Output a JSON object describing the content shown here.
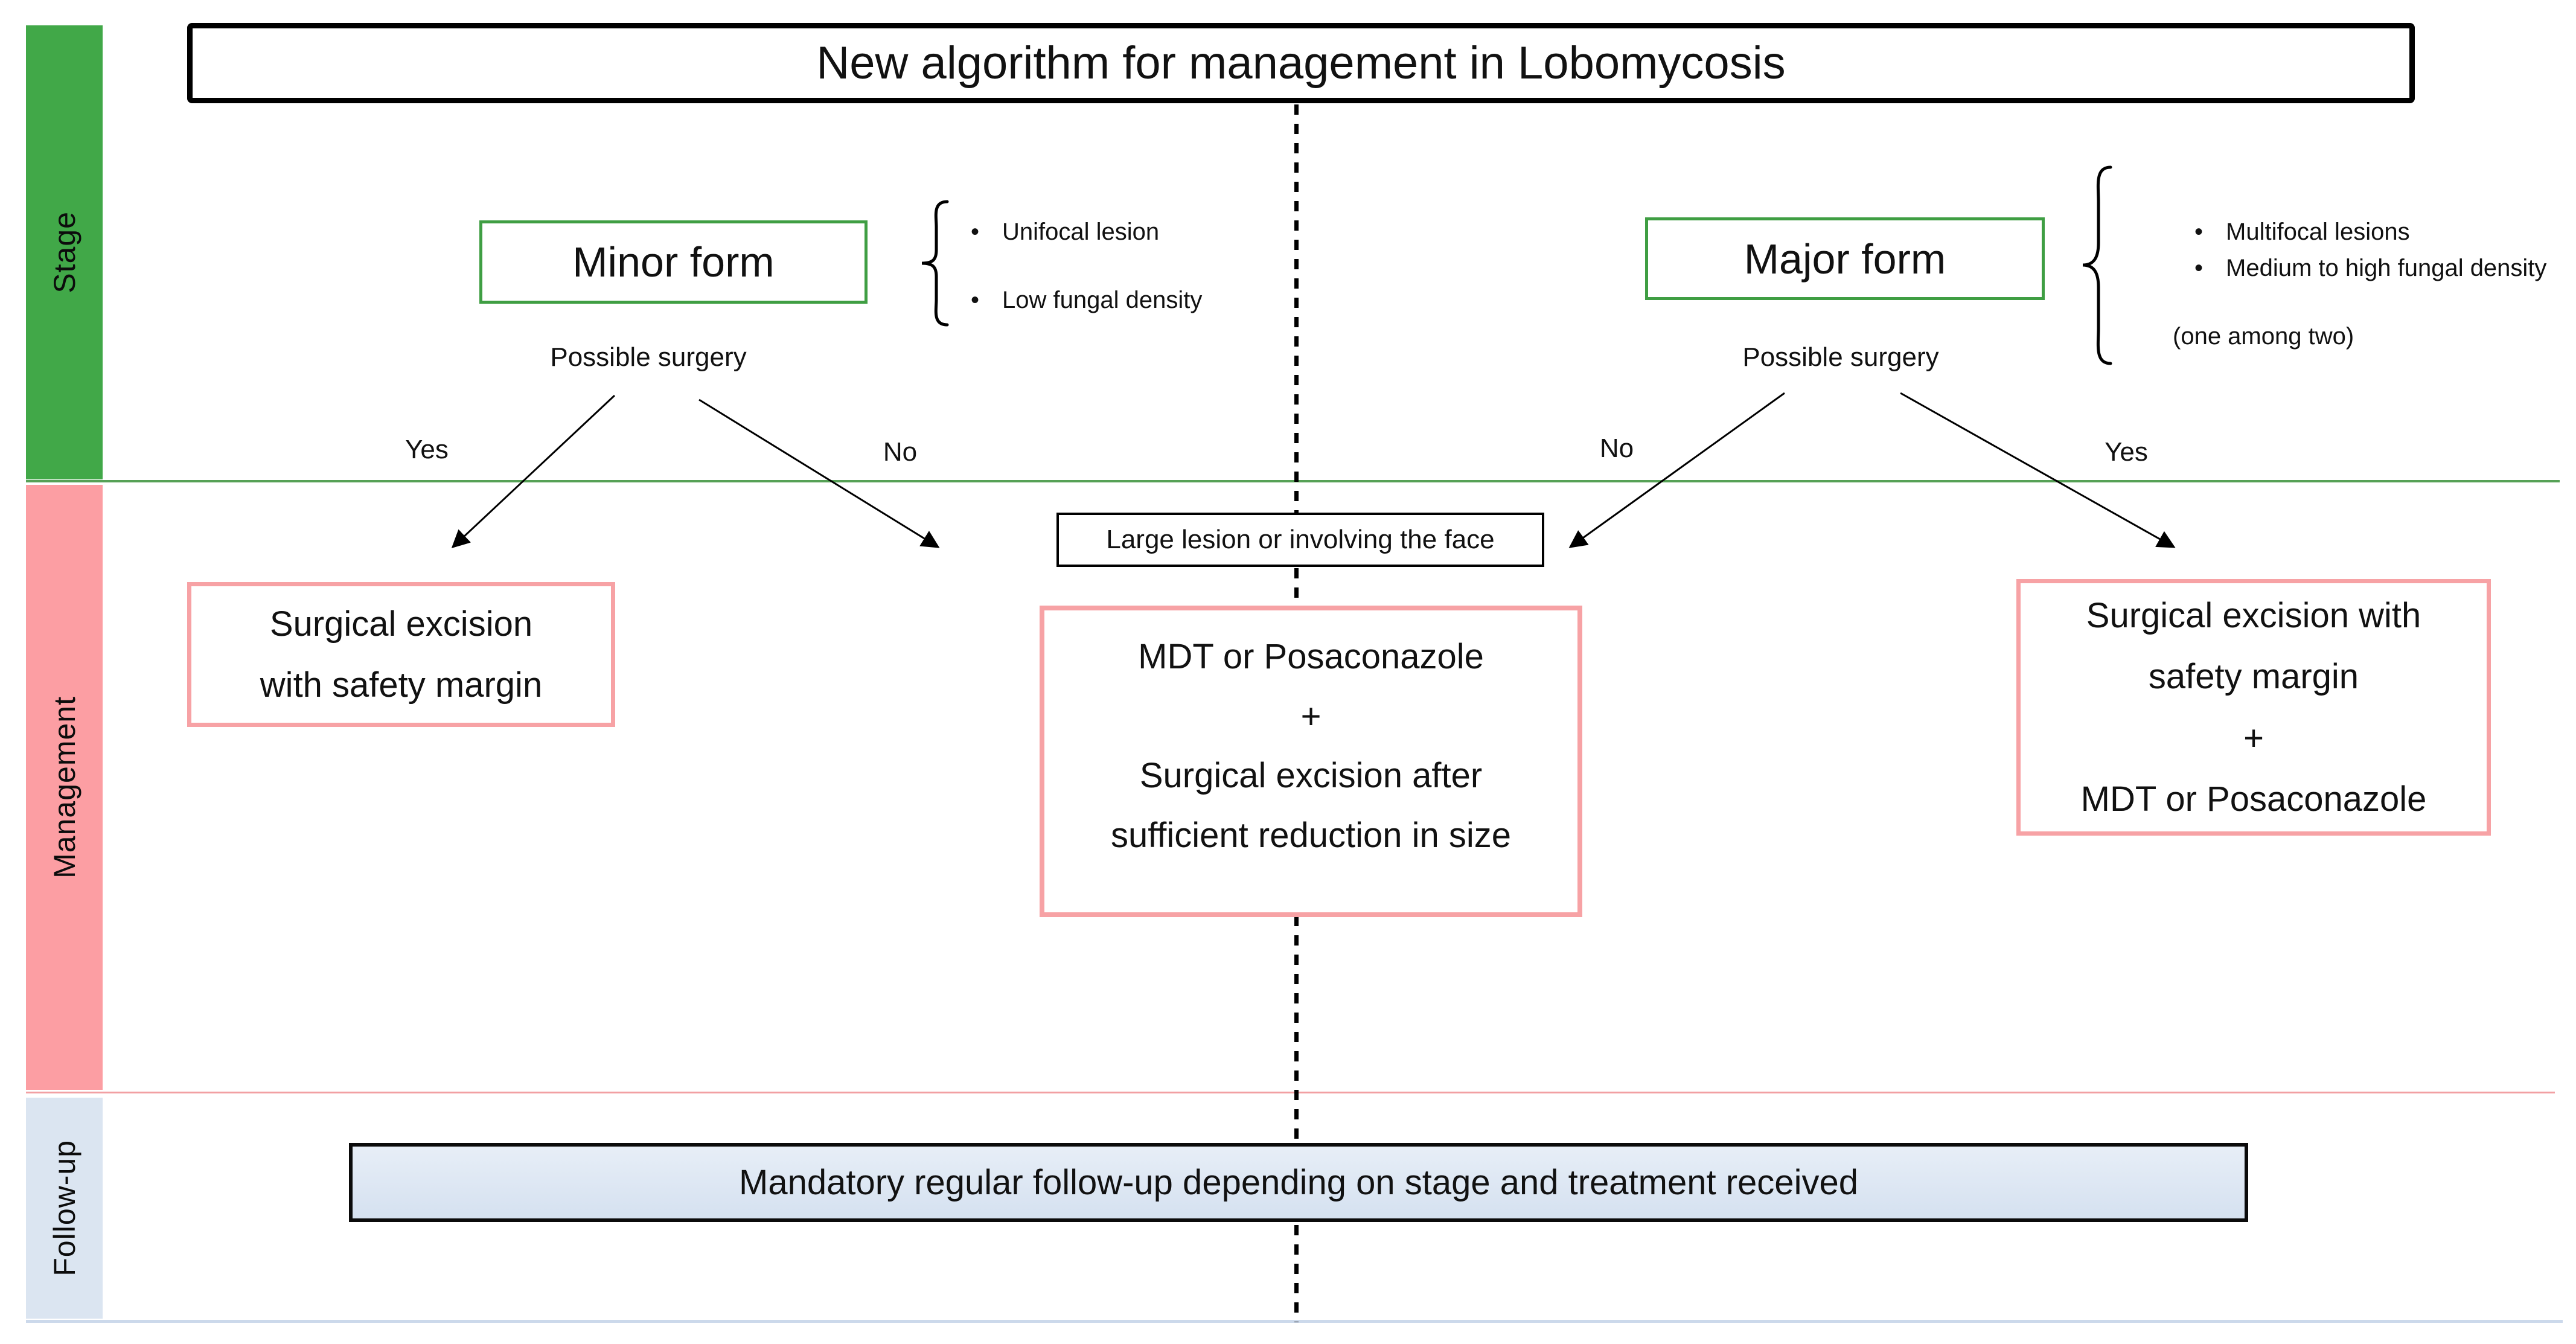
{
  "title": "New algorithm for management in Lobomycosis",
  "colors": {
    "green_band": "#41a848",
    "green_line": "#56a156",
    "green_border": "#3f9e43",
    "pink_band": "#fc9ea3",
    "pink_line": "#f2a0a3",
    "pink_border": "#f7a2a5",
    "blue_band": "#dbe5f1",
    "blue_line": "#ccd9eb"
  },
  "sidebar": {
    "bands": [
      {
        "label": "Stage"
      },
      {
        "label": "Management"
      },
      {
        "label": "Follow-up"
      }
    ]
  },
  "stage": {
    "minor": {
      "label": "Minor form",
      "bullets": [
        "Unifocal lesion",
        "Low fungal density"
      ],
      "question": "Possible surgery",
      "yes": "Yes",
      "no": "No"
    },
    "major": {
      "label": "Major form",
      "bullets": [
        "Multifocal lesions",
        "Medium to high fungal density"
      ],
      "note": "(one among two)",
      "question": "Possible surgery",
      "yes": "Yes",
      "no": "No"
    }
  },
  "management": {
    "left_box": {
      "lines": [
        "Surgical excision",
        "with safety margin"
      ]
    },
    "lesion_note": "Large lesion or involving the face",
    "center_box": {
      "lines": [
        "MDT or Posaconazole",
        "+",
        "Surgical excision after",
        "sufficient reduction in size"
      ]
    },
    "right_box": {
      "lines": [
        "Surgical excision with",
        "safety margin",
        "+",
        "MDT or Posaconazole"
      ]
    }
  },
  "followup": {
    "box_text": "Mandatory regular follow-up depending on stage and treatment received"
  }
}
